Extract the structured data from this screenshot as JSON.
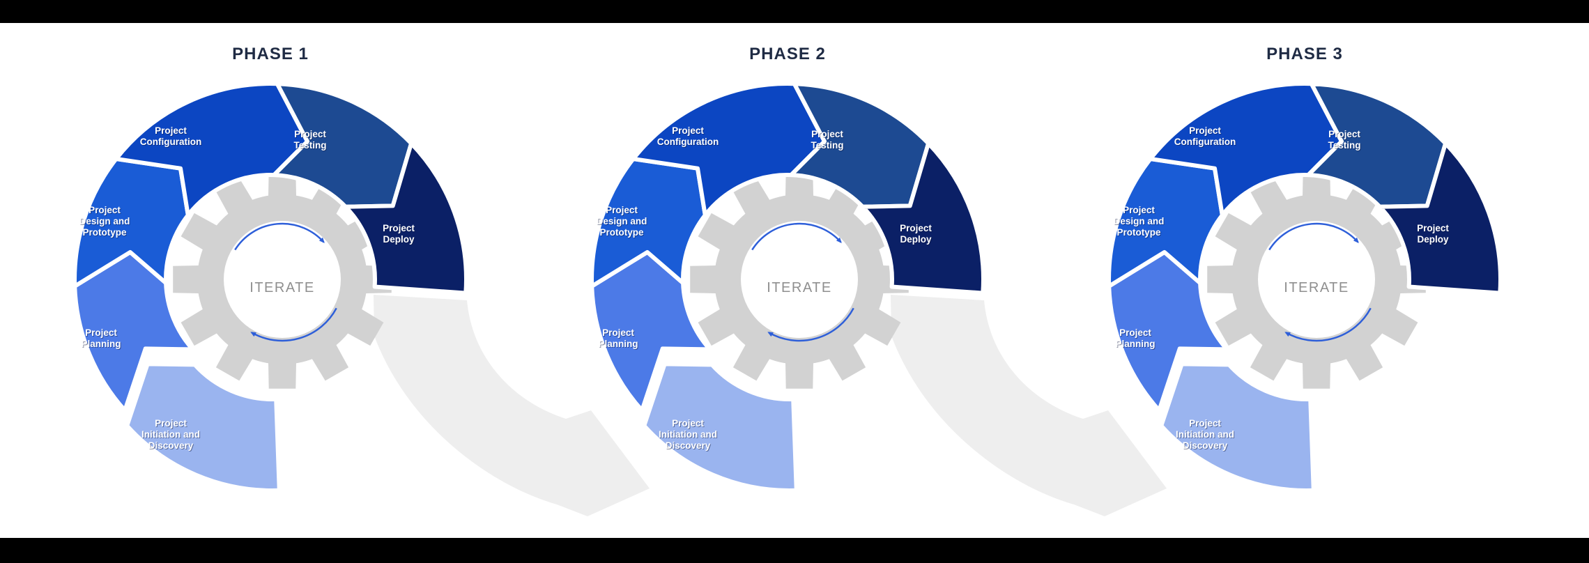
{
  "phases": [
    {
      "title": "PHASE 1"
    },
    {
      "title": "PHASE 2"
    },
    {
      "title": "PHASE 3"
    }
  ],
  "cycle": {
    "center_label": "ITERATE",
    "steps": [
      {
        "key": "initiation",
        "label": "Project Initiation and Discovery",
        "lines": [
          "Project",
          "Initiation and",
          "Discovery"
        ],
        "color": "#9AB4EF"
      },
      {
        "key": "planning",
        "label": "Project Planning",
        "lines": [
          "Project",
          "Planning"
        ],
        "color": "#4C7AE7"
      },
      {
        "key": "design",
        "label": "Project Design and Prototype",
        "lines": [
          "Project",
          "Design and",
          "Prototype"
        ],
        "color": "#1A5CD6"
      },
      {
        "key": "configuration",
        "label": "Project Configuration",
        "lines": [
          "Project",
          "Configuration"
        ],
        "color": "#0C46C2"
      },
      {
        "key": "testing",
        "label": "Project Testing",
        "lines": [
          "Project",
          "Testing"
        ],
        "color": "#1D4A92"
      },
      {
        "key": "deploy",
        "label": "Project Deploy",
        "lines": [
          "Project",
          "Deploy"
        ],
        "color": "#0B2066"
      }
    ]
  },
  "connectors": [
    {
      "from": "PHASE 1",
      "to": "PHASE 2"
    },
    {
      "from": "PHASE 2",
      "to": "PHASE 3"
    }
  ],
  "colors": {
    "background": "#FFFFFF",
    "letterbox_bar": "#000000",
    "gear": "#D2D2D2",
    "connector_arrow": "#EEEEEE",
    "rotation_arrow": "#2E5FD9",
    "title_text": "#1F2B44",
    "center_label_text": "#8F8F8F",
    "segment_label_text": "#FFFFFF"
  }
}
